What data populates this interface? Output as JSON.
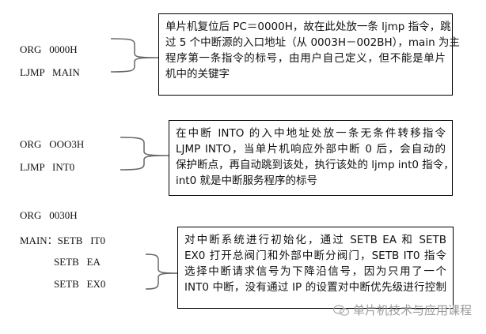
{
  "code": {
    "block1": [
      "ORG   0000H",
      "LJMP   MAIN"
    ],
    "block2": [
      "ORG   OOO3H",
      "LJMP   INT0"
    ],
    "block3": [
      "ORG   0030H",
      "MAIN：SETB   IT0",
      "SETB   EA",
      "SETB   EX0"
    ]
  },
  "notes": {
    "note1": [
      "单片机复位后 PC＝0000H，故在此处放一条 ljmp 指令，跳",
      "过 5 个中断源的入口地址（从 0003H－002BH），main 为主",
      "程序第一条指令的标号，由用户自己定义，但不能是单片",
      "机中的关键字"
    ],
    "note2": [
      "在中断  INTO  的入中地址处放一条无条件转移指令",
      "LJMP     INTO，当单片机响应外部中断 0 后，会自动的",
      "保护断点，再自动跳到该处，执行该处的 ljmp int0 指令，",
      "int0 就是中断服务程序的标号"
    ],
    "note3": [
      "对中断系统进行初始化，通过 SETB  EA 和 SETB",
      "EX0 打开总阀门和外部中断分阀门，SETB  IT0 指令",
      "选择中断请求信号为下降沿信号，因为只用了一个",
      "INT0 中断，没有通过 IP 的设置对中断优先级进行控制"
    ]
  },
  "watermark": "单片机技术与应用课程"
}
